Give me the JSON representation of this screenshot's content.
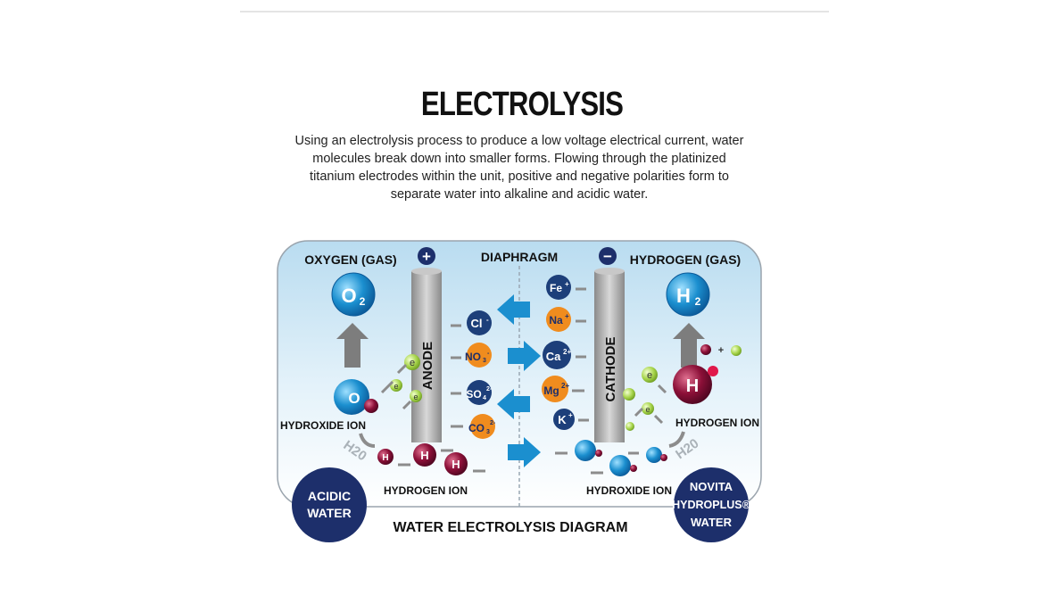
{
  "page": {
    "title": "ELECTROLYSIS",
    "description": "Using an electrolysis process to produce a low voltage electrical current, water molecules break down into smaller forms. Flowing through the platinized titanium electrodes within the unit, positive and negative polarities form to separate water into alkaline and acidic water."
  },
  "diagram": {
    "caption": "WATER ELECTROLYSIS DIAGRAM",
    "diaphragm_label": "DIAPHRAGM",
    "oxygen_label": "OXYGEN (GAS)",
    "hydrogen_label": "HYDROGEN (GAS)",
    "anode_label": "ANODE",
    "cathode_label": "CATHODE",
    "plus_sign": "+",
    "minus_sign": "−",
    "o2_main": "O",
    "o2_sub": "2",
    "h2_main": "H",
    "h2_sub": "2",
    "hydroxide_ion_left": "HYDROXIDE ION",
    "hydrogen_ion_right": "HYDROGEN ION",
    "hydrogen_ion_bottom": "HYDROGEN ION",
    "hydroxide_ion_bottom": "HYDROXIDE ION",
    "h2o_left": "H20",
    "h2o_right": "H20",
    "electron": "e",
    "electron_sup": "-",
    "o_letter": "O",
    "h_letter": "H",
    "acidic_water_line1": "ACIDIC",
    "acidic_water_line2": "WATER",
    "novita_line1": "NOVITA",
    "novita_line2": "HYDROPLUS®",
    "novita_line3": "WATER",
    "anions": [
      {
        "symbol": "Cl",
        "charge": "-"
      },
      {
        "symbol": "NO",
        "sub": "3",
        "charge": "-"
      },
      {
        "symbol": "SO",
        "sub": "4",
        "charge": "2-"
      },
      {
        "symbol": "CO",
        "sub": "3",
        "charge": "2-"
      }
    ],
    "cations": [
      {
        "symbol": "Fe",
        "charge": "+"
      },
      {
        "symbol": "Na",
        "charge": "+"
      },
      {
        "symbol": "Ca",
        "charge": "2+"
      },
      {
        "symbol": "Mg",
        "charge": "2+"
      },
      {
        "symbol": "K",
        "charge": "+"
      }
    ],
    "colors": {
      "navy": "#1d2f6b",
      "blue": "#1b8fcf",
      "orange": "#f08c1e",
      "maroon": "#8c1038",
      "green": "#9ccc3c",
      "gray": "#8c8c8c"
    }
  }
}
